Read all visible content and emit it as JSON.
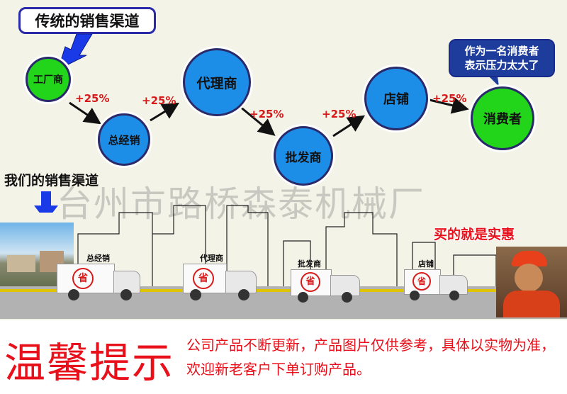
{
  "traditional_label": "传统的销售渠道",
  "consumer_bubble": {
    "line1": "作为一名消费者",
    "line2": "表示压力太大了"
  },
  "nodes": [
    "工厂商",
    "总经销",
    "代理商",
    "批发商",
    "店铺",
    "消费者"
  ],
  "markups": [
    "+25%",
    "+25%",
    "+25%",
    "+25%",
    "+25%"
  ],
  "our_label": "我们的销售渠道",
  "watermark": "台州市路桥森泰机械厂",
  "trucks": [
    "总经销",
    "代理商",
    "批发商",
    "店铺"
  ],
  "truck_logo": "省",
  "slogan": "买的就是实惠",
  "notice": {
    "title": "温馨提示",
    "body": "公司产品不断更新，产品图片仅供参考，具体以实物为准，欢迎新老客户下单订购产品。"
  },
  "colors": {
    "node_green": "#22d41a",
    "node_blue": "#1c8ee8",
    "accent_red": "#e8101a",
    "arrow_blue": "#1a3ae8"
  }
}
